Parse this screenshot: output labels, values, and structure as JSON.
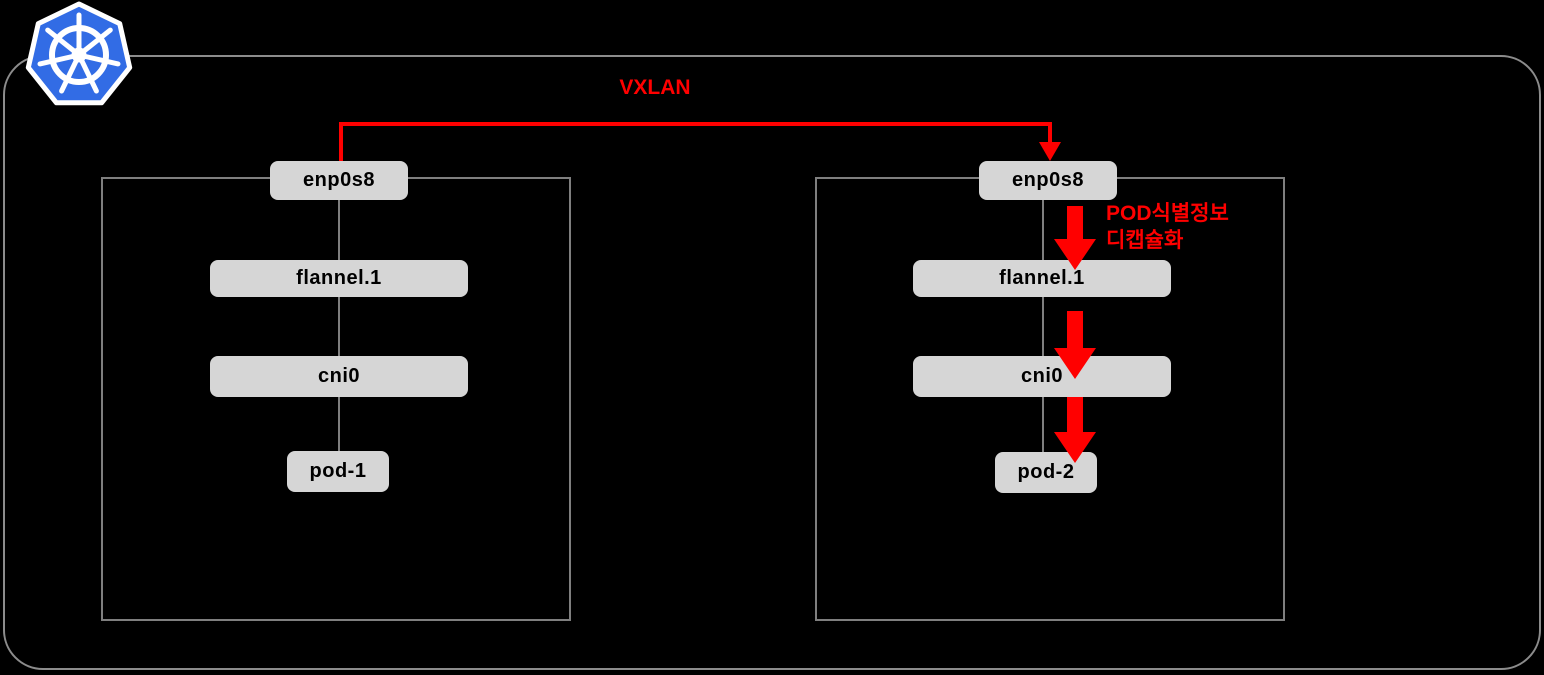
{
  "colors": {
    "background": "#000000",
    "red": "#ff0000",
    "box_fill": "#d6d6d6",
    "box_text": "#000000",
    "outer_border": "#8c8c8c",
    "node_border": "#7f7f7f",
    "connector": "#7f7f7f",
    "k8s_blue": "#326ce5"
  },
  "icons": {
    "kubernetes_logo": "kubernetes-logo"
  },
  "labels": {
    "vxlan": "VXLAN",
    "decap_line1": "POD식별정보",
    "decap_line2": "디캡슐화"
  },
  "left_node": {
    "enp0s8": "enp0s8",
    "flannel": "flannel.1",
    "cni": "cni0",
    "pod": "pod-1"
  },
  "right_node": {
    "enp0s8": "enp0s8",
    "flannel": "flannel.1",
    "cni": "cni0",
    "pod": "pod-2"
  }
}
